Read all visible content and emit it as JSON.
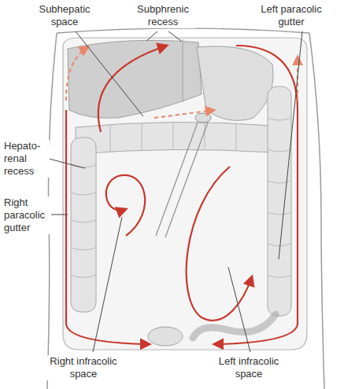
{
  "diagram": {
    "labels": [
      "Subhepatic space",
      "Subphrenic recess",
      "Left paracolic gutter",
      "Hepato- renal recess",
      "Right paracolic gutter",
      "Right infracolic space",
      "Left infracolic space"
    ]
  }
}
